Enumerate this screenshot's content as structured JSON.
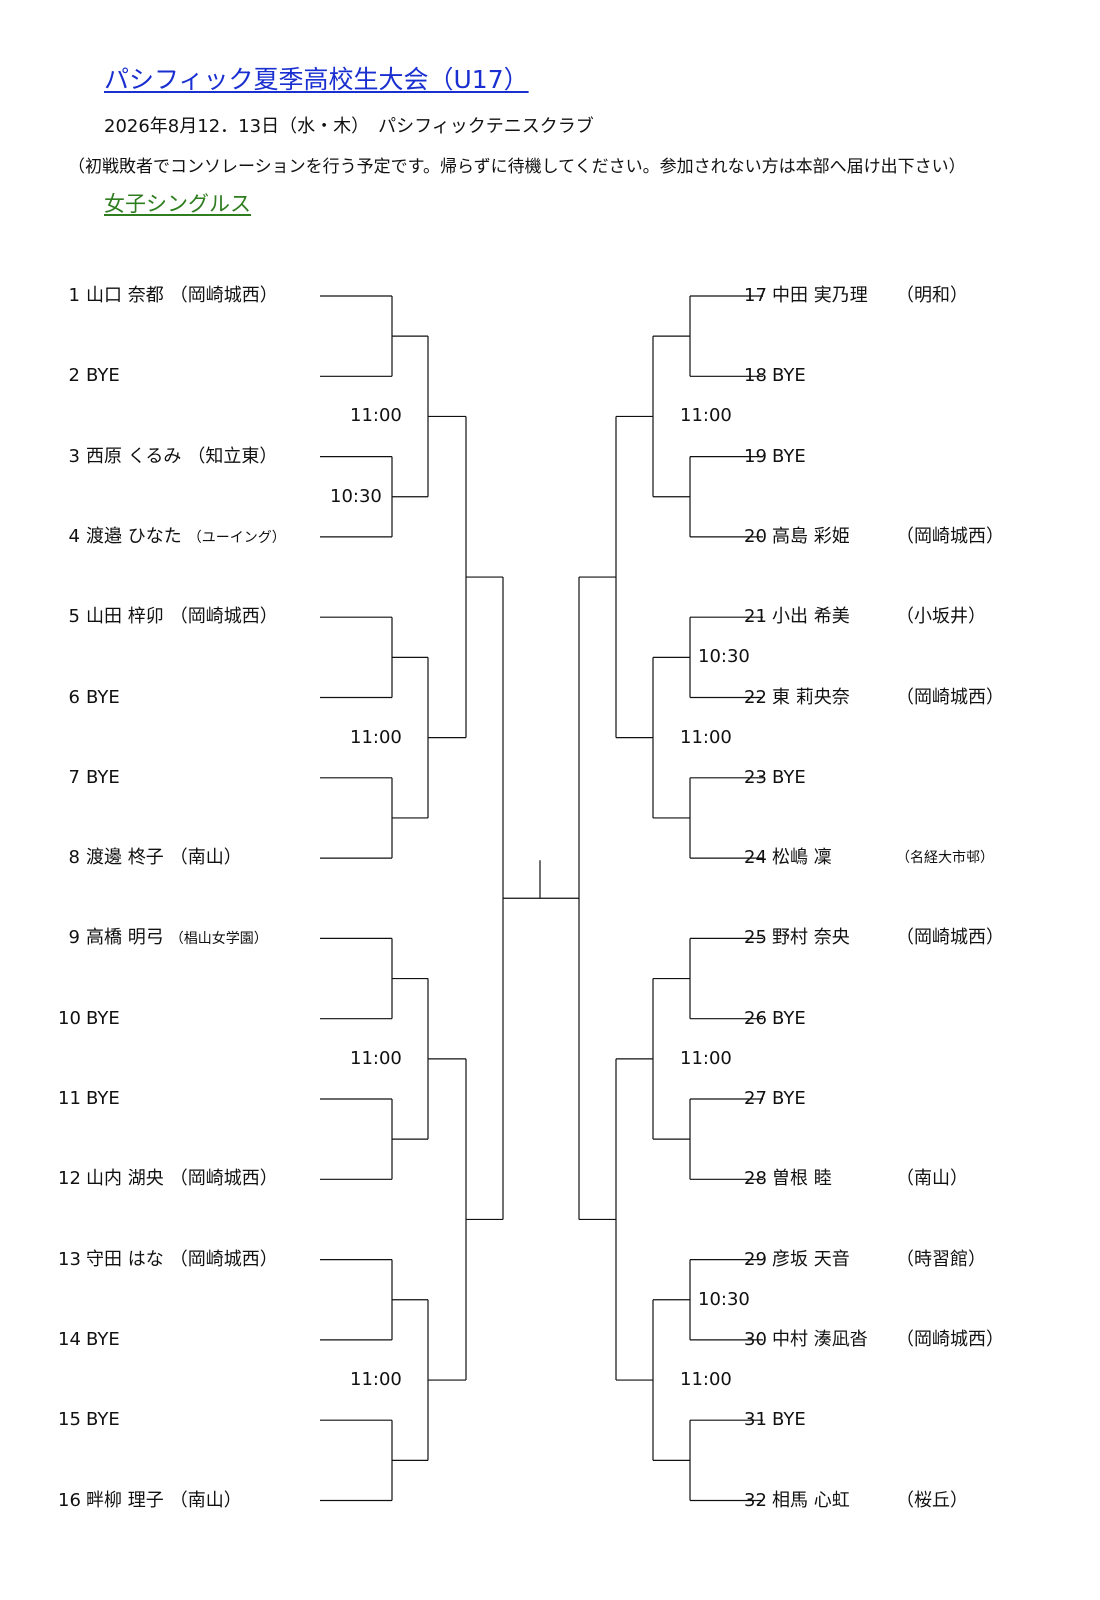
{
  "title": "パシフィック夏季高校生大会（U17）",
  "date_line": "2026年8月12．13日（水・木）　パシフィックテニスクラブ",
  "notice": "（初戦敗者でコンソレーションを行う予定です。帰らずに待機してください。参加されない方は本部へ届け出下さい）",
  "event_title": "女子シングルス",
  "players": [
    {
      "num": "1",
      "name": "山口 奈都",
      "school": "（岡崎城西）",
      "small": false
    },
    {
      "num": "2",
      "name": "BYE",
      "school": "",
      "small": false
    },
    {
      "num": "3",
      "name": "西原 くるみ",
      "school": "（知立東）",
      "small": false
    },
    {
      "num": "4",
      "name": "渡邉 ひなた",
      "school": "（ユーイング）",
      "small": true
    },
    {
      "num": "5",
      "name": "山田 梓卯",
      "school": "（岡崎城西）",
      "small": false
    },
    {
      "num": "6",
      "name": "BYE",
      "school": "",
      "small": false
    },
    {
      "num": "7",
      "name": "BYE",
      "school": "",
      "small": false
    },
    {
      "num": "8",
      "name": "渡邊 柊子",
      "school": "（南山）",
      "small": false
    },
    {
      "num": "9",
      "name": "高橋 明弓",
      "school": "（椙山女学園）",
      "small": true
    },
    {
      "num": "10",
      "name": "BYE",
      "school": "",
      "small": false
    },
    {
      "num": "11",
      "name": "BYE",
      "school": "",
      "small": false
    },
    {
      "num": "12",
      "name": "山内 湖央",
      "school": "（岡崎城西）",
      "small": false
    },
    {
      "num": "13",
      "name": "守田 はな",
      "school": "（岡崎城西）",
      "small": false
    },
    {
      "num": "14",
      "name": "BYE",
      "school": "",
      "small": false
    },
    {
      "num": "15",
      "name": "BYE",
      "school": "",
      "small": false
    },
    {
      "num": "16",
      "name": "畔柳 理子",
      "school": "（南山）",
      "small": false
    },
    {
      "num": "17",
      "name": "中田 実乃理",
      "school": "（明和）",
      "small": false
    },
    {
      "num": "18",
      "name": "BYE",
      "school": "",
      "small": false
    },
    {
      "num": "19",
      "name": "BYE",
      "school": "",
      "small": false
    },
    {
      "num": "20",
      "name": "高島 彩姫",
      "school": "（岡崎城西）",
      "small": false
    },
    {
      "num": "21",
      "name": "小出 希美",
      "school": "（小坂井）",
      "small": false
    },
    {
      "num": "22",
      "name": "東 莉央奈",
      "school": "（岡崎城西）",
      "small": false
    },
    {
      "num": "23",
      "name": "BYE",
      "school": "",
      "small": false
    },
    {
      "num": "24",
      "name": "松嶋 凜",
      "school": "（名経大市邨）",
      "small": true
    },
    {
      "num": "25",
      "name": "野村 奈央",
      "school": "（岡崎城西）",
      "small": false
    },
    {
      "num": "26",
      "name": "BYE",
      "school": "",
      "small": false
    },
    {
      "num": "27",
      "name": "BYE",
      "school": "",
      "small": false
    },
    {
      "num": "28",
      "name": "曽根 睦",
      "school": "（南山）",
      "small": false
    },
    {
      "num": "29",
      "name": "彦坂 天音",
      "school": "（時習館）",
      "small": false
    },
    {
      "num": "30",
      "name": "中村 湊凪沓",
      "school": "（岡崎城西）",
      "small": false
    },
    {
      "num": "31",
      "name": "BYE",
      "school": "",
      "small": false
    },
    {
      "num": "32",
      "name": "相馬 心虹",
      "school": "（桜丘）",
      "small": false
    }
  ],
  "times": [
    {
      "side": "left",
      "row": 1.5,
      "label": "11:00"
    },
    {
      "side": "left",
      "row": 2.5,
      "label": "10:30"
    },
    {
      "side": "left",
      "row": 5.5,
      "label": "11:00"
    },
    {
      "side": "left",
      "row": 9.5,
      "label": "11:00"
    },
    {
      "side": "left",
      "row": 13.5,
      "label": "11:00"
    },
    {
      "side": "right",
      "row": 1.5,
      "label": "11:00"
    },
    {
      "side": "right",
      "row": 4.5,
      "label": "10:30"
    },
    {
      "side": "right",
      "row": 5.5,
      "label": "11:00"
    },
    {
      "side": "right",
      "row": 9.5,
      "label": "11:00"
    },
    {
      "side": "right",
      "row": 12.5,
      "label": "10:30"
    },
    {
      "side": "right",
      "row": 13.5,
      "label": "11:00"
    }
  ]
}
